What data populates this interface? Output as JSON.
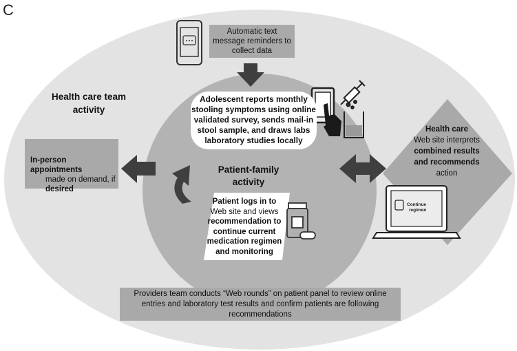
{
  "panel_letter": "C",
  "nodes": {
    "text_reminder": {
      "line1": "Automatic text",
      "line2": "message reminders to",
      "line3": "collect data"
    },
    "health_team": {
      "line1": "Health care team",
      "line2": "activity"
    },
    "in_person": {
      "line1_bold": "In-person appointments",
      "line2": "made on demand, if",
      "line3_bold": "desired"
    },
    "adolescent": {
      "line1": "Adolescent reports monthly",
      "line2": "stooling symptoms using online",
      "line3": "validated survey, sends mail-in",
      "line4": "stool sample, and draws labs",
      "line5": "laboratory studies locally"
    },
    "patient_family": {
      "line1": "Patient-family",
      "line2": "activity"
    },
    "patient_logs": {
      "line1_bold": "Patient logs in to",
      "line2": "Web site and views",
      "line3_bold": "recommendation to",
      "line4_bold": "continue current",
      "line5_bold": "medication regimen",
      "line6_bold": "and monitoring"
    },
    "health_care": {
      "line1_bold": "Health care",
      "line2": "Web site interprets",
      "line3_bold": "combined results",
      "line4_bold": "and recommends",
      "line5": "action"
    },
    "laptop_screen": {
      "line1": "Continue",
      "line2": "regimen"
    },
    "providers": {
      "line1": "Providers team conducts “Web rounds” on patient panel to review online",
      "line2": "entries and laboratory test results and confirm patients are following",
      "line3": "recommendations"
    }
  },
  "icons": [
    "smartphone-message-icon",
    "tablet-touch-icon",
    "syringe-icon",
    "beaker-icon",
    "pill-bottle-icon",
    "laptop-icon",
    "cycle-arrow-icon"
  ],
  "colors": {
    "outer": "#e3e3e3",
    "inner": "#b3b3b3",
    "box": "#a9a9a9",
    "arrow": "#3f3f3f"
  }
}
